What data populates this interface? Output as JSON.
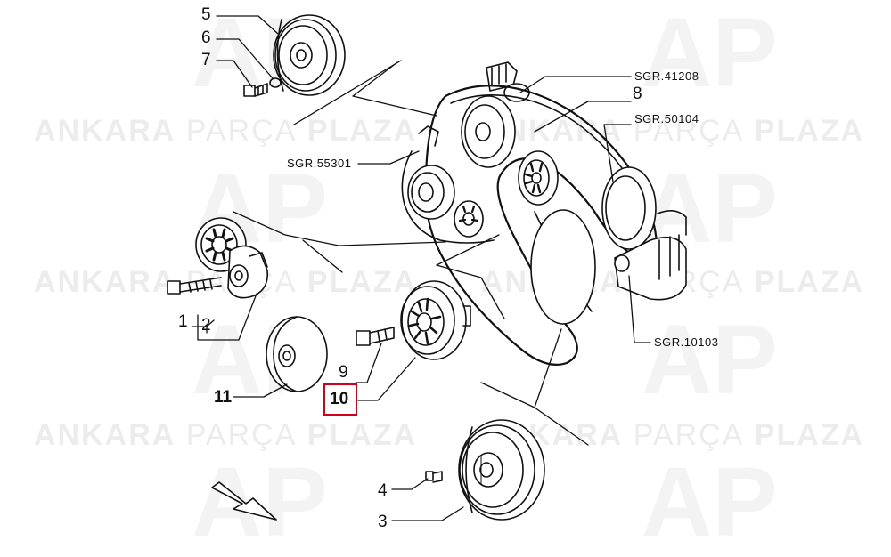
{
  "watermark": {
    "brand_bold_1": "ANKARA",
    "brand_light": "PARÇA",
    "brand_bold_2": "PLAZA",
    "logo_text": "AP"
  },
  "part_labels": {
    "p1": "1",
    "p2": "2",
    "p3": "3",
    "p4": "4",
    "p5": "5",
    "p6": "6",
    "p7": "7",
    "p8": "8",
    "p9": "9",
    "p10": "10",
    "p11": "11"
  },
  "references": {
    "sgr_41208": "SGR.41208",
    "sgr_50104": "SGR.50104",
    "sgr_55301": "SGR.55301",
    "sgr_10103": "SGR.10103"
  },
  "highlight": {
    "part": "10",
    "color": "#d0021b"
  }
}
